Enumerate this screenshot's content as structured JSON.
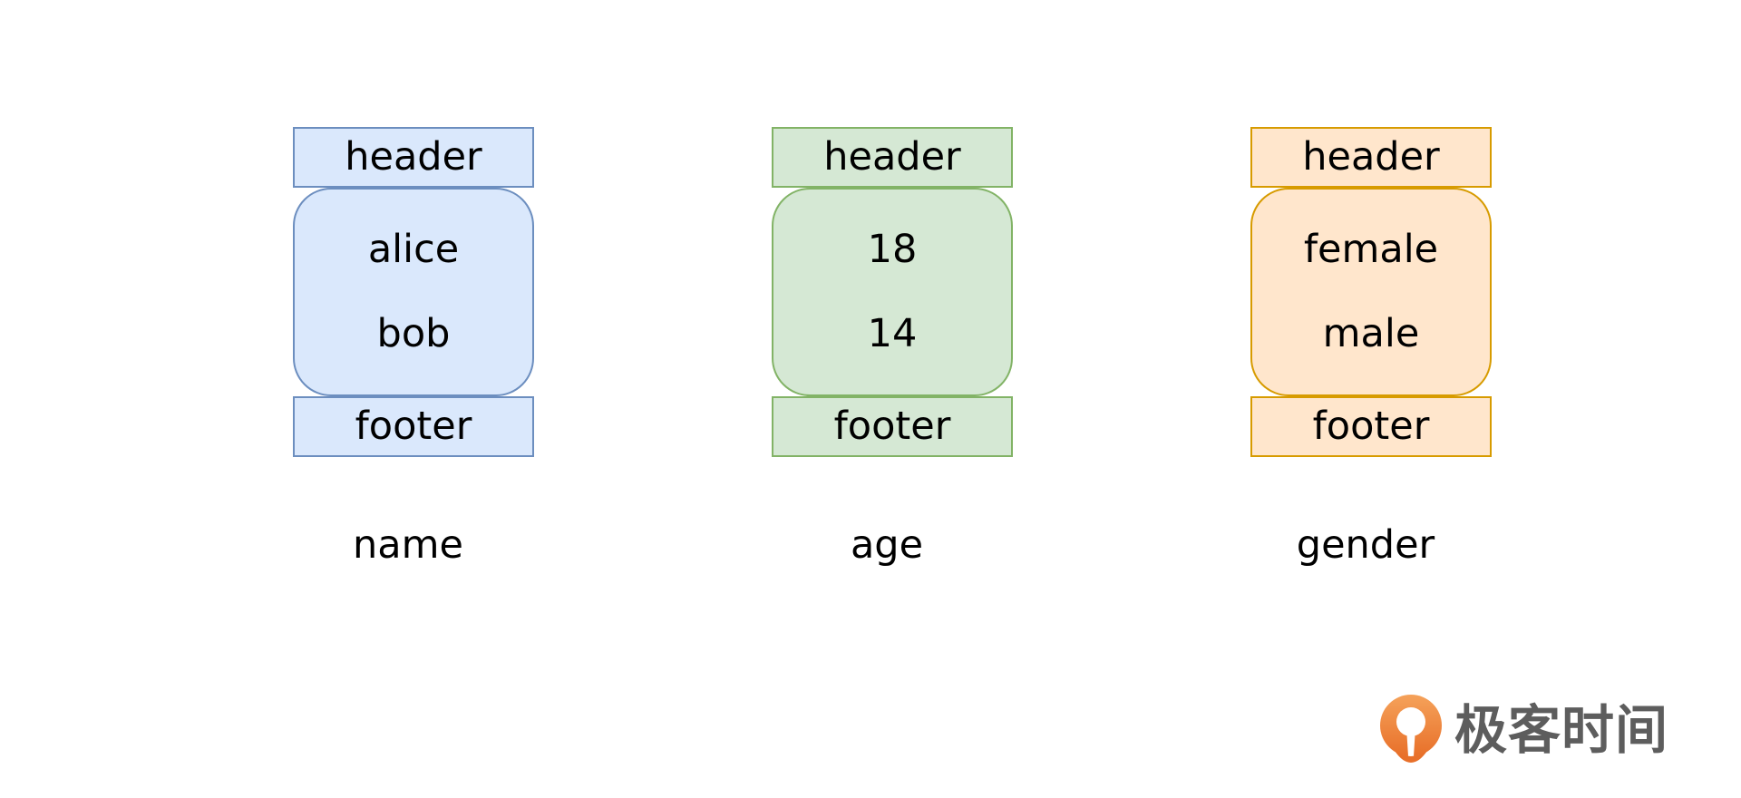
{
  "columns": [
    {
      "header": "header",
      "values": [
        "alice",
        "bob"
      ],
      "footer": "footer",
      "label": "name",
      "fill": "#dae8fc",
      "stroke": "#6c8ebf"
    },
    {
      "header": "header",
      "values": [
        "18",
        "14"
      ],
      "footer": "footer",
      "label": "age",
      "fill": "#d5e8d4",
      "stroke": "#82b366"
    },
    {
      "header": "header",
      "values": [
        "female",
        "male"
      ],
      "footer": "footer",
      "label": "gender",
      "fill": "#ffe6cc",
      "stroke": "#d79b00"
    }
  ],
  "logo": {
    "text": "极客时间",
    "icon": "geektime-logo-icon",
    "accent": "#f08a3c"
  }
}
